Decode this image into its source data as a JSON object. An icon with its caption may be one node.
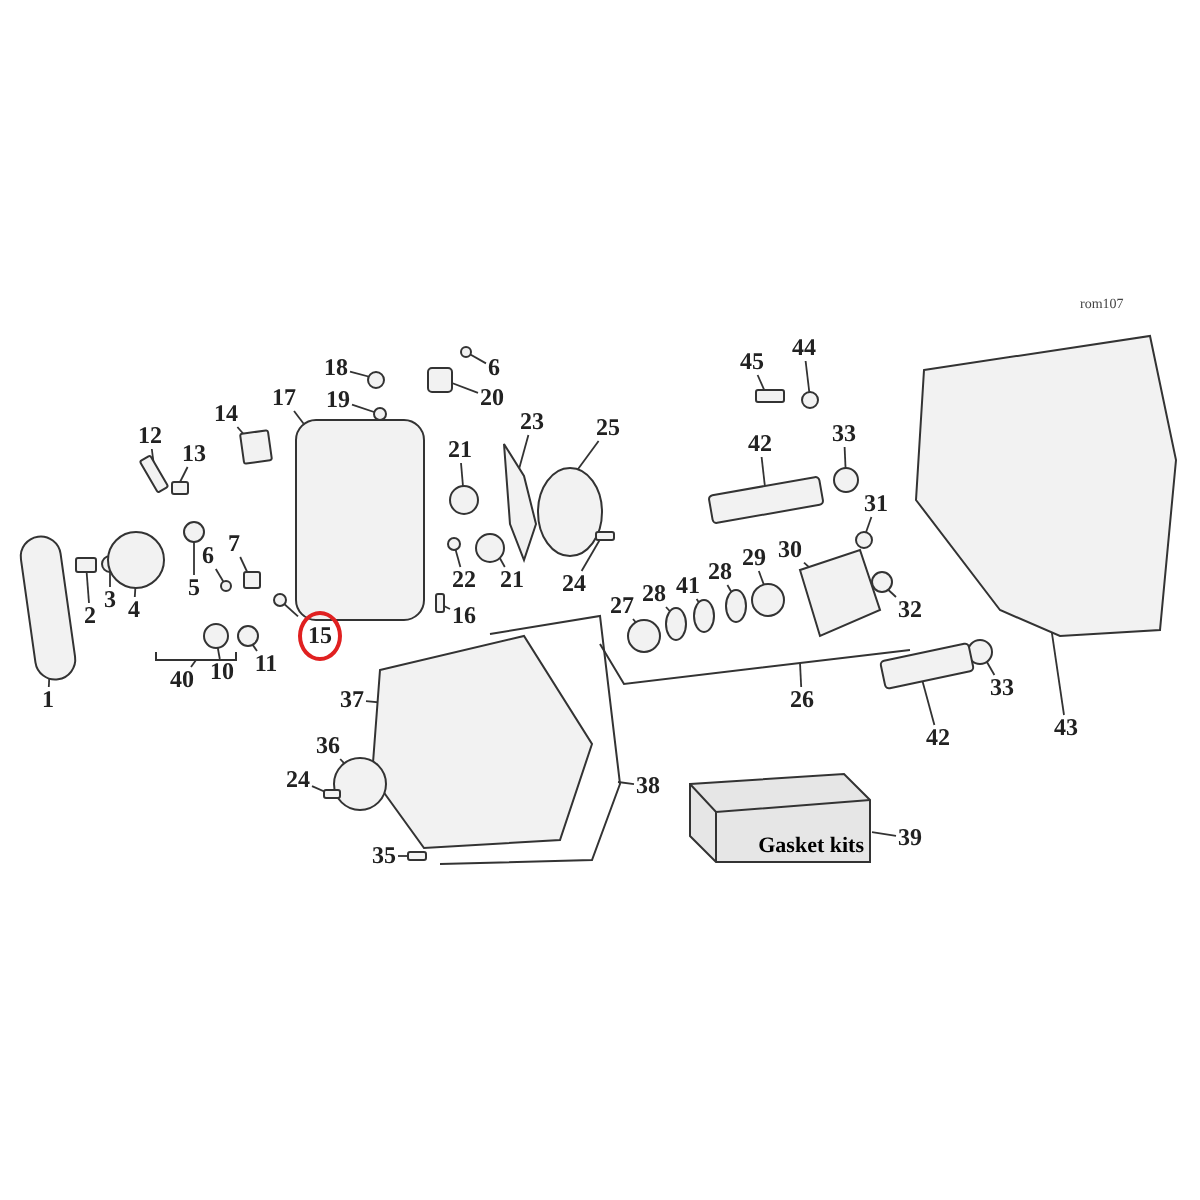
{
  "diagram": {
    "nodes": [
      {
        "text": [
          "44"
        ]
      },
      {
        "text": [
          "45"
        ]
      },
      {
        "text": [
          "18"
        ]
      },
      {
        "text": [
          "6"
        ]
      },
      {
        "text": [
          "20"
        ]
      },
      {
        "text": [
          "17"
        ]
      },
      {
        "text": [
          "19"
        ]
      },
      {
        "text": [
          "14"
        ]
      },
      {
        "text": [
          "23"
        ]
      },
      {
        "text": [
          "25"
        ]
      },
      {
        "text": [
          "33"
        ]
      },
      {
        "text": [
          "12"
        ]
      },
      {
        "text": [
          "42"
        ]
      },
      {
        "text": [
          "21"
        ]
      },
      {
        "text": [
          "13"
        ]
      },
      {
        "text": [
          "31"
        ]
      },
      {
        "text": [
          "7"
        ]
      },
      {
        "text": [
          "30"
        ]
      },
      {
        "text": [
          "6"
        ]
      },
      {
        "text": [
          "29"
        ]
      },
      {
        "text": [
          "24"
        ]
      },
      {
        "text": [
          "22"
        ]
      },
      {
        "text": [
          "21"
        ]
      },
      {
        "text": [
          "28"
        ]
      },
      {
        "text": [
          "5"
        ]
      },
      {
        "text": [
          "41"
        ]
      },
      {
        "text": [
          "28"
        ]
      },
      {
        "text": [
          "3"
        ]
      },
      {
        "text": [
          "4"
        ]
      },
      {
        "text": [
          "27"
        ]
      },
      {
        "text": [
          "2"
        ]
      },
      {
        "text": [
          "32"
        ]
      },
      {
        "text": [
          "15"
        ]
      },
      {
        "text": [
          "16"
        ]
      },
      {
        "text": [
          "11"
        ]
      },
      {
        "text": [
          "10"
        ]
      },
      {
        "text": [
          "40"
        ]
      },
      {
        "text": [
          "26"
        ]
      },
      {
        "text": [
          "33"
        ]
      },
      {
        "text": [
          "1"
        ]
      },
      {
        "text": [
          "37"
        ]
      },
      {
        "text": [
          "43"
        ]
      },
      {
        "text": [
          "42"
        ]
      },
      {
        "text": [
          "36"
        ]
      },
      {
        "text": [
          "24"
        ]
      },
      {
        "text": [
          "38"
        ]
      },
      {
        "text": [
          "39"
        ]
      },
      {
        "text": [
          "Gasket kits"
        ]
      },
      {
        "text": [
          "35"
        ]
      },
      {
        "text": [],
        "shape": "circle"
      },
      {
        "text": [],
        "shape": "box"
      },
      {
        "text": [],
        "shape": "circle"
      },
      {
        "text": [],
        "shape": "circle"
      },
      {
        "text": [],
        "shape": "box"
      },
      {
        "text": [],
        "shape": "box"
      },
      {
        "text": [],
        "shape": "circle"
      },
      {
        "text": [],
        "shape": "box"
      },
      {
        "text": [],
        "shape": "picture"
      },
      {
        "text": [],
        "shape": "circle"
      },
      {
        "text": [],
        "shape": "circle"
      },
      {
        "text": [],
        "shape": "box"
      },
      {
        "text": [],
        "shape": "box"
      },
      {
        "text": [],
        "shape": "circle"
      },
      {
        "text": [],
        "shape": "box"
      },
      {
        "text": [],
        "shape": "circle"
      },
      {
        "text": [],
        "shape": "box"
      },
      {
        "text": [],
        "shape": "picture"
      },
      {
        "text": [],
        "shape": "circle"
      },
      {
        "text": [],
        "shape": "circle"
      },
      {
        "text": [],
        "shape": "box"
      },
      {
        "text": [],
        "shape": "circle"
      },
      {
        "text": [],
        "shape": "circle"
      },
      {
        "text": [],
        "shape": "circle"
      },
      {
        "text": [],
        "shape": "circle"
      },
      {
        "text": [],
        "shape": "circle"
      },
      {
        "text": [],
        "shape": "circle"
      },
      {
        "text": [],
        "shape": "circle"
      },
      {
        "text": [],
        "shape": "circle"
      },
      {
        "text": [],
        "shape": "circle"
      },
      {
        "text": [],
        "shape": "box"
      },
      {
        "text": [],
        "shape": "circle"
      },
      {
        "text": [],
        "shape": "circle"
      },
      {
        "text": [],
        "shape": "box"
      },
      {
        "text": [],
        "shape": "circle"
      },
      {
        "text": [],
        "shape": "circle"
      },
      {
        "text": [],
        "shape": "bar"
      },
      {
        "text": [],
        "shape": "bar"
      },
      {
        "text": [],
        "shape": "circle"
      },
      {
        "text": [],
        "shape": "box"
      },
      {
        "text": [],
        "shape": "picture"
      },
      {
        "text": [],
        "shape": "picture"
      },
      {
        "text": [],
        "shape": "box"
      },
      {
        "text": [],
        "shape": "circle"
      },
      {
        "text": [],
        "shape": "box"
      },
      {
        "text": [],
        "shape": "picture"
      },
      {
        "text": [],
        "shape": "box"
      }
    ],
    "edges": [
      {
        "from": 0,
        "to": 49,
        "arrow": "none"
      },
      {
        "from": 1,
        "to": 50,
        "arrow": "none"
      },
      {
        "from": 2,
        "to": 51,
        "arrow": "none"
      },
      {
        "from": 3,
        "to": 52,
        "arrow": "none"
      },
      {
        "from": 4,
        "to": 53,
        "arrow": "none"
      },
      {
        "from": 5,
        "to": 54,
        "arrow": "none"
      },
      {
        "from": 6,
        "to": 55,
        "arrow": "none"
      },
      {
        "from": 7,
        "to": 56,
        "arrow": "none"
      },
      {
        "from": 8,
        "to": 57,
        "arrow": "none"
      },
      {
        "from": 9,
        "to": 58,
        "arrow": "none"
      },
      {
        "from": 10,
        "to": 59,
        "arrow": "none"
      },
      {
        "from": 11,
        "to": 60,
        "arrow": "none"
      },
      {
        "from": 12,
        "to": 61,
        "arrow": "none"
      },
      {
        "from": 13,
        "to": 62,
        "arrow": "none"
      },
      {
        "from": 14,
        "to": 63,
        "arrow": "none"
      },
      {
        "from": 15,
        "to": 64,
        "arrow": "none"
      },
      {
        "from": 16,
        "to": 65,
        "arrow": "none"
      },
      {
        "from": 17,
        "to": 66,
        "arrow": "none"
      },
      {
        "from": 18,
        "to": 67,
        "arrow": "none"
      },
      {
        "from": 19,
        "to": 68,
        "arrow": "none"
      },
      {
        "from": 20,
        "to": 69,
        "arrow": "none"
      },
      {
        "from": 21,
        "to": 70,
        "arrow": "none"
      },
      {
        "from": 22,
        "to": 71,
        "arrow": "none"
      },
      {
        "from": 23,
        "to": 72,
        "arrow": "none"
      },
      {
        "from": 24,
        "to": 73,
        "arrow": "none"
      },
      {
        "from": 25,
        "to": 74,
        "arrow": "none"
      },
      {
        "from": 26,
        "to": 75,
        "arrow": "none"
      },
      {
        "from": 27,
        "to": 76,
        "arrow": "none"
      },
      {
        "from": 28,
        "to": 77,
        "arrow": "none"
      },
      {
        "from": 29,
        "to": 78,
        "arrow": "none"
      },
      {
        "from": 30,
        "to": 79,
        "arrow": "none"
      },
      {
        "from": 31,
        "to": 80,
        "arrow": "none"
      },
      {
        "from": 32,
        "to": 81,
        "arrow": "none"
      },
      {
        "from": 33,
        "to": 82,
        "arrow": "none"
      },
      {
        "from": 34,
        "to": 83,
        "arrow": "none"
      },
      {
        "from": 35,
        "to": 84,
        "arrow": "none"
      },
      {
        "from": 36,
        "to": 85,
        "arrow": "none"
      },
      {
        "from": 37,
        "to": 86,
        "arrow": "none"
      },
      {
        "from": 38,
        "to": 87,
        "arrow": "none"
      },
      {
        "from": 39,
        "to": 88,
        "arrow": "none"
      },
      {
        "from": 40,
        "to": 89,
        "arrow": "none"
      },
      {
        "from": 41,
        "to": 90,
        "arrow": "none"
      },
      {
        "from": 42,
        "to": 91,
        "arrow": "none"
      },
      {
        "from": 43,
        "to": 92,
        "arrow": "none"
      },
      {
        "from": 44,
        "to": 93,
        "arrow": "none"
      },
      {
        "from": 45,
        "to": 94,
        "arrow": "none"
      },
      {
        "from": 46,
        "to": 47,
        "arrow": "none"
      },
      {
        "from": 48,
        "to": 95,
        "arrow": "none"
      }
    ],
    "labels": [
      "rom107"
    ]
  }
}
